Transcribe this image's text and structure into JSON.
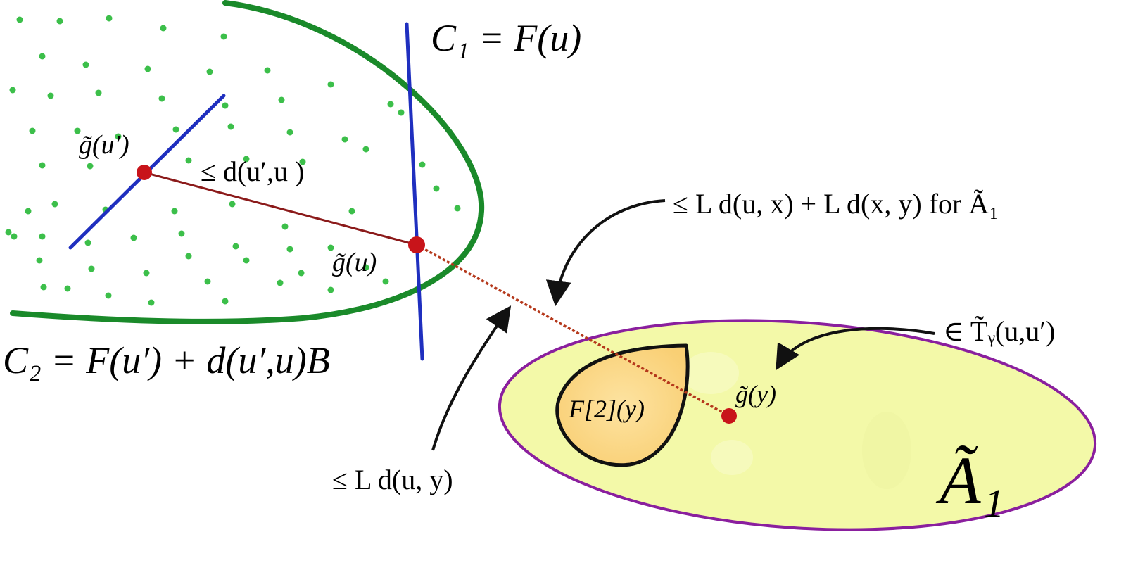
{
  "colors": {
    "background": "#ffffff",
    "set_c2_fill_dots": "#3cbf4a",
    "set_c2_boundary": "#1a8a2a",
    "line_blue": "#1f2fbf",
    "point_red": "#c8141a",
    "segment_solid": "#8b1a1a",
    "segment_dotted": "#b5391c",
    "ellipse_fill": "#f3f9a8",
    "ellipse_stroke": "#8a1f9e",
    "drop_fill": "#fcd98a",
    "drop_stroke": "#111111",
    "arrow_black": "#111111"
  },
  "labels": {
    "c1": "C₁ = F(u)",
    "c2": "C₂ = F(u′) + d(u′,u)B",
    "g_u_prime": "g̃(u′)",
    "g_u": "g̃(u)",
    "g_y": "g̃(y)",
    "dist_u_prime_u": "≤ d(u′,u )",
    "bound_l_u_x_y": "≤ L d(u, x) + L d(x, y)  for  Ã₁",
    "bound_l_u_y": "≤ L d(u, y)",
    "in_t_tilde": "∈ T̃ᵧ(u,u′)",
    "f2_y": "F[2](y)",
    "a1_tilde": "Ã₁"
  },
  "icons": {
    "points": "filled-circle",
    "arrows": "curved-arrow"
  }
}
